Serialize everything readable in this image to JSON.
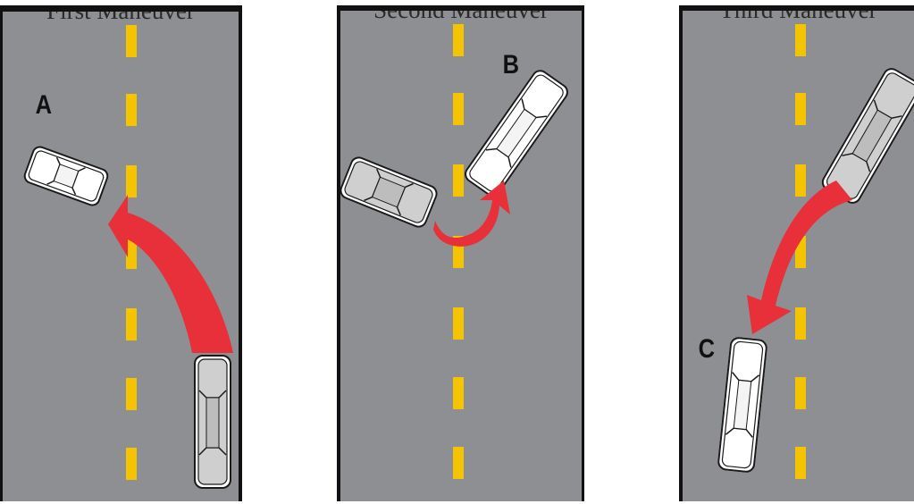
{
  "panels": [
    {
      "title": "First Maneuver",
      "letter": "A"
    },
    {
      "title": "Second Maneuver",
      "letter": "B"
    },
    {
      "title": "Third Maneuver",
      "letter": "C"
    }
  ],
  "colors": {
    "road": "#8e8f92",
    "center_line": "#f5c400",
    "arrow": "#e8303a",
    "car_body": "#ffffff",
    "car_outline": "#1a1a1a"
  },
  "icons": {
    "car": "car-icon",
    "arrow": "curved-arrow-icon"
  }
}
